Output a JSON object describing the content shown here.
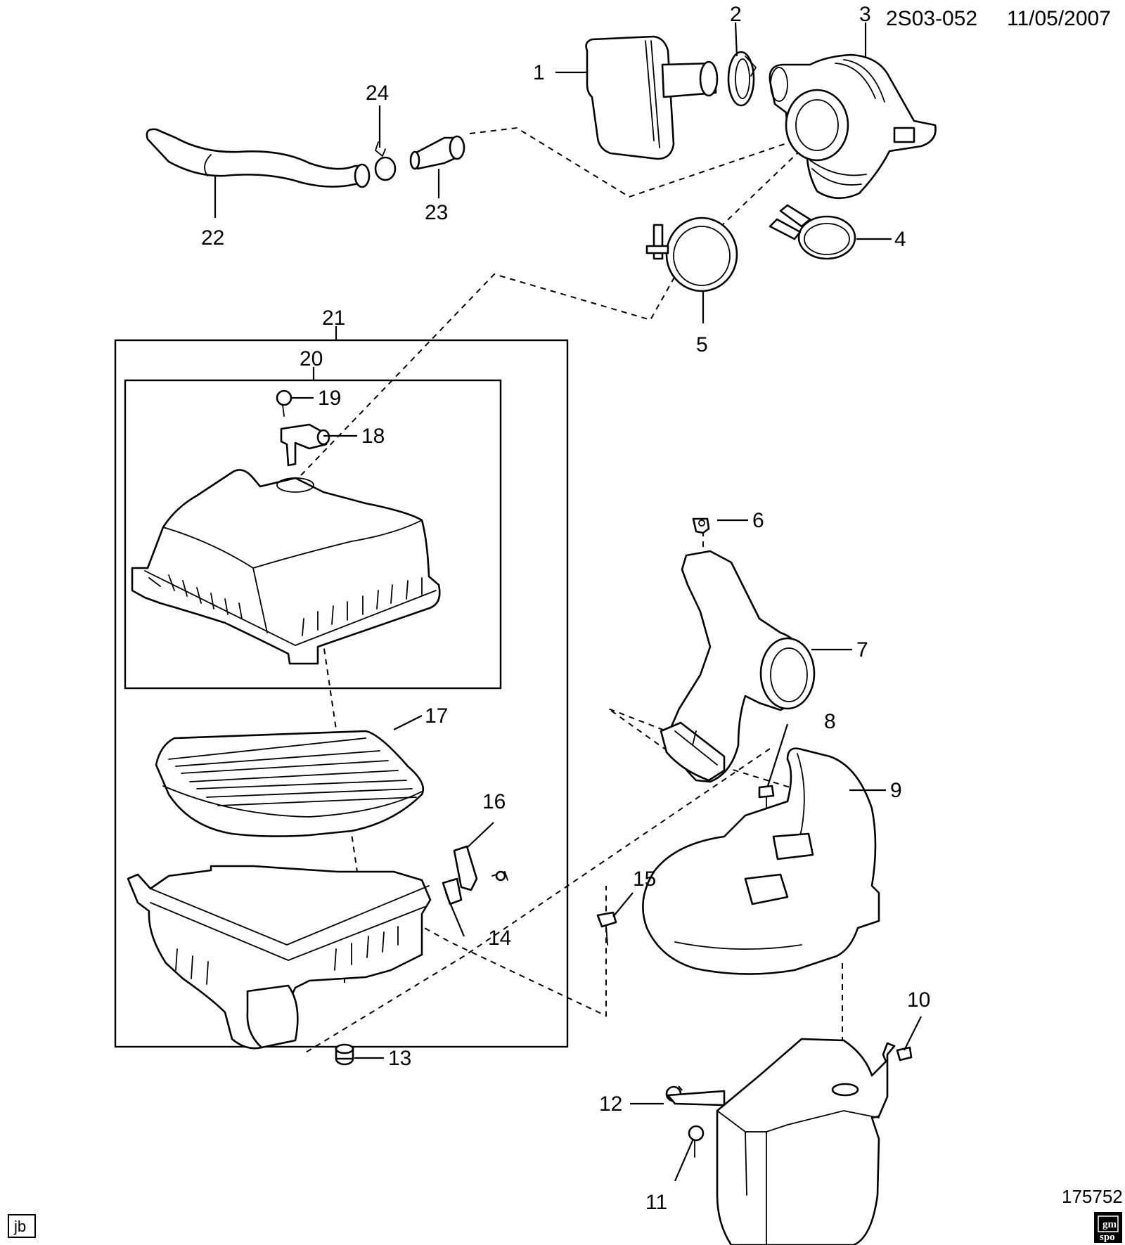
{
  "header": {
    "code": "2S03-052",
    "date": "11/05/2007"
  },
  "figure_number": "175752",
  "initials_tag": "jb",
  "logo": {
    "line1": "gm",
    "line2": "spo"
  },
  "callouts": [
    {
      "number": "1"
    },
    {
      "number": "2"
    },
    {
      "number": "3"
    },
    {
      "number": "4"
    },
    {
      "number": "5"
    },
    {
      "number": "6"
    },
    {
      "number": "7"
    },
    {
      "number": "8"
    },
    {
      "number": "9"
    },
    {
      "number": "10"
    },
    {
      "number": "11"
    },
    {
      "number": "12"
    },
    {
      "number": "13"
    },
    {
      "number": "14"
    },
    {
      "number": "15"
    },
    {
      "number": "16"
    },
    {
      "number": "17"
    },
    {
      "number": "18"
    },
    {
      "number": "19"
    },
    {
      "number": "20"
    },
    {
      "number": "21"
    },
    {
      "number": "22"
    },
    {
      "number": "23"
    },
    {
      "number": "24"
    }
  ]
}
